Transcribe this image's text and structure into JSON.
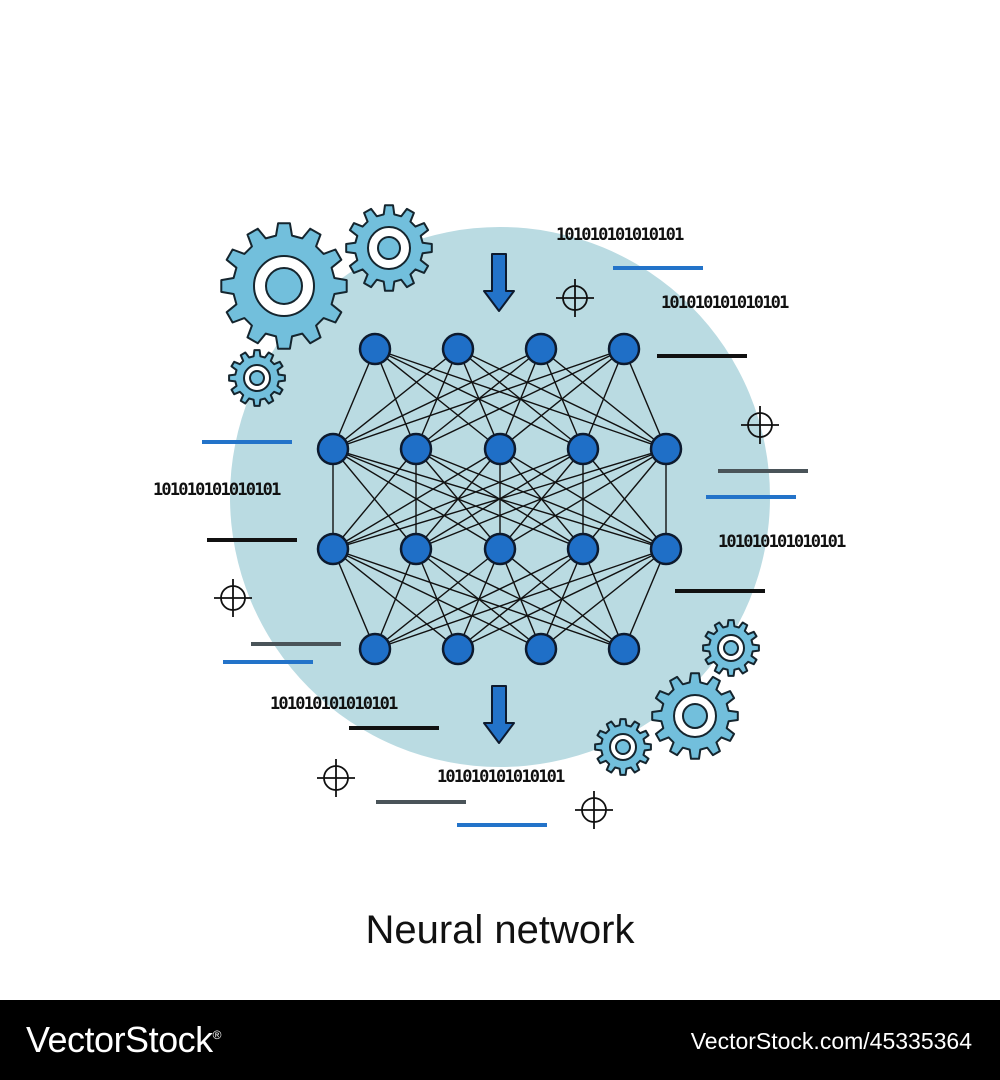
{
  "diagram": {
    "caption": "Neural network",
    "binary_label": "101010101010101",
    "layers": [
      4,
      5,
      5,
      4
    ],
    "colors": {
      "background_circle": "#badbe2",
      "node": "#1f6fc7",
      "node_outline": "#0d1a2e",
      "gear": "#72bfdc",
      "arrow": "#2373c9",
      "line_blue": "#2373c9",
      "line_gray": "#4a5459",
      "line_black": "#111111"
    },
    "icons": [
      "gear-icon",
      "crosshair-icon",
      "arrow-down-icon"
    ]
  },
  "footer": {
    "brand": "VectorStock",
    "brand_mark": "®",
    "url": "VectorStock.com/45335364"
  }
}
